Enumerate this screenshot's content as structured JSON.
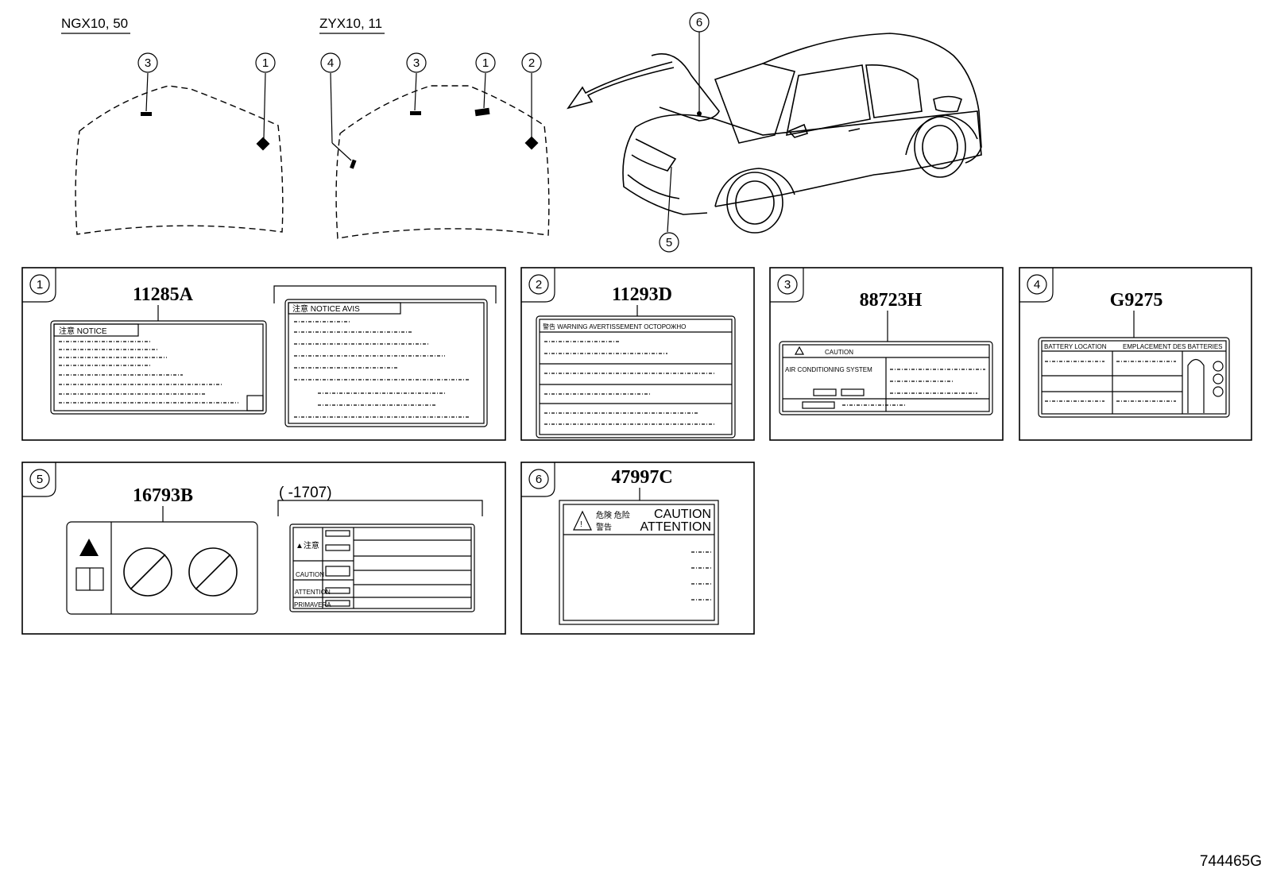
{
  "variants": {
    "left": "NGX10, 50",
    "right": "ZYX10, 11"
  },
  "callouts": [
    "1",
    "2",
    "3",
    "4",
    "5",
    "6"
  ],
  "parts": {
    "p1": "11285A",
    "p2": "11293D",
    "p3": "88723H",
    "p4": "G9275",
    "p5": "16793B",
    "p6": "47997C"
  },
  "label_text": {
    "p1_notice": "注意  NOTICE",
    "p1_notice_avis": "注意  NOTICE   AVIS",
    "p2_warning": "警告  WARNING  AVERTISSEMENT   ОСТОРОЖНО",
    "p3_caution": "CAUTION",
    "p3_ac": "AIR CONDITIONING SYSTEM",
    "p4_battery": "BATTERY LOCATION",
    "p4_emplacement": "EMPLACEMENT DES BATTERIES",
    "p5_range": "(        -1707)",
    "p5_chuui": "▲注意",
    "p5_caution": "CAUTION",
    "p5_attention": "ATTENTION",
    "p5_avoid": "PRIMAVERA",
    "p6_kiken": "危険  危险",
    "p6_keikoku": "警告",
    "p6_caution": "CAUTION",
    "p6_attention": "ATTENTION"
  },
  "figure_number": "744465G"
}
